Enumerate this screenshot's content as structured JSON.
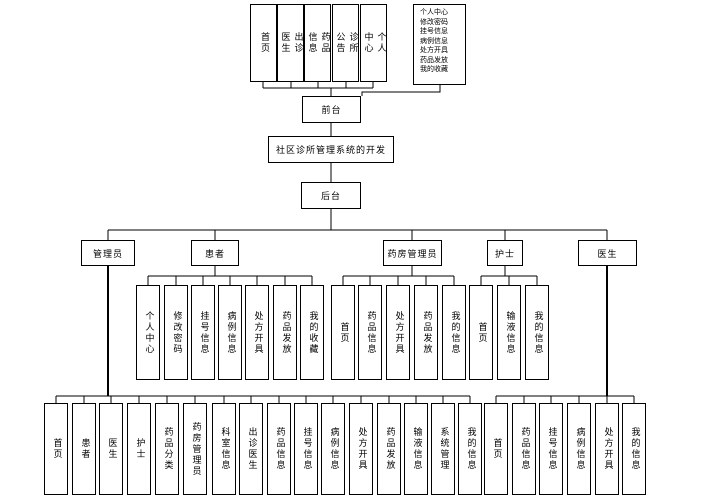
{
  "frontend_pages": [
    "首页",
    "出诊医生",
    "药品信息",
    "诊所公告",
    "个人中心"
  ],
  "user_center_note": [
    "个人中心",
    "修改密码",
    "挂号信息",
    "病例信息",
    "处方开具",
    "药品发放",
    "我的收藏"
  ],
  "frontend": "前台",
  "system": "社区诊所管理系统的开发",
  "backend": "后台",
  "roles": {
    "admin": "管理员",
    "patient": "患者",
    "pharmacist": "药房管理员",
    "nurse": "护士",
    "doctor": "医生"
  },
  "patient_items": [
    "个人中心",
    "修改密码",
    "挂号信息",
    "病例信息",
    "处方开具",
    "药品发放",
    "我的收藏"
  ],
  "pharmacist_items": [
    "首页",
    "药品信息",
    "处方开具",
    "药品发放",
    "我的信息"
  ],
  "nurse_items": [
    "首页",
    "输液信息",
    "我的信息"
  ],
  "admin_items": [
    "首页",
    "患者",
    "医生",
    "护士",
    "药品分类",
    "药房管理员",
    "科室信息",
    "出诊医生",
    "药品信息",
    "挂号信息",
    "病例信息",
    "处方开具",
    "药品发放",
    "输液信息",
    "系统管理",
    "我的信息"
  ],
  "doctor_items": [
    "首页",
    "药品信息",
    "挂号信息",
    "病例信息",
    "处方开具",
    "我的信息"
  ]
}
